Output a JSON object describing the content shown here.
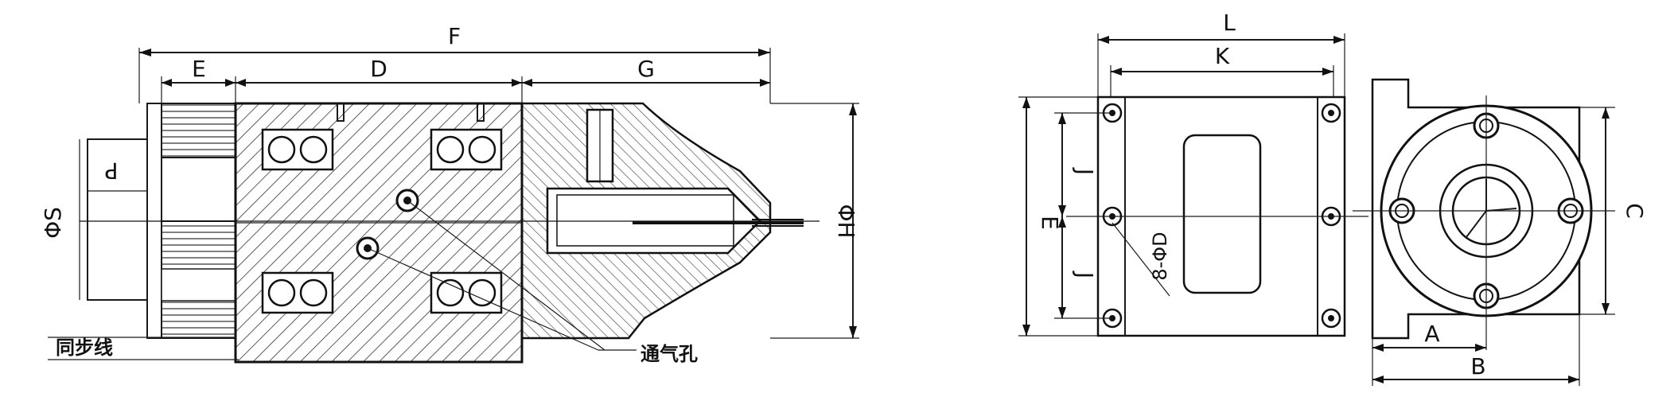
{
  "side_view": {
    "dims": {
      "F": "F",
      "E": "E",
      "D": "D",
      "G": "G",
      "P": "P",
      "OS": "ΦS",
      "OH": "ΦH"
    },
    "callouts": {
      "sync_line": "同步线",
      "air_hole": "通气孔"
    }
  },
  "front_view": {
    "dims": {
      "L": "L",
      "K": "K",
      "E": "E",
      "J_upper": "J",
      "J_lower": "J",
      "holes": "8-ΦD"
    }
  },
  "end_view": {
    "dims": {
      "A": "A",
      "B": "B",
      "C": "C"
    }
  }
}
